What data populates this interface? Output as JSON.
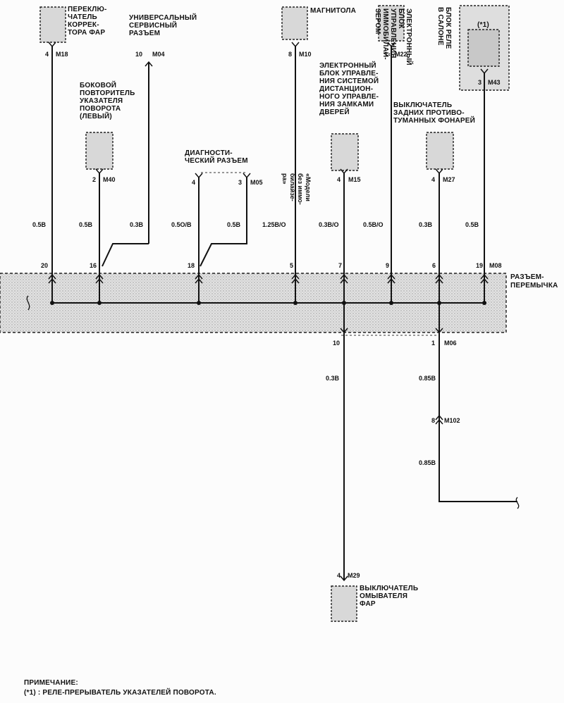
{
  "components": {
    "headlamp_switch": "ПЕРЕКЛЮ-\nЧАТЕЛЬ\nКОРРЕК-\nТОРА ФАР",
    "universal_connector": "УНИВЕРСАЛЬНЫЙ\nСЕРВИСНЫЙ\nРАЗЪЕМ",
    "radio": "МАГНИТОЛА",
    "immobilizer": "ЭЛЕКТРОННЫЙ\nБЛОК\nУПРАВЛЕНИЯ\nИММОБИЛАЙ-\nЗЕРОМ",
    "relay_box": "БЛОК РЕЛЕ\nВ САЛОНЕ",
    "relay_note": "(*1)",
    "side_repeater": "БОКОВОЙ\nПОВТОРИТЕЛЬ\nУКАЗАТЕЛЯ\nПОВОРОТА\n(ЛЕВЫЙ)",
    "diag_connector": "ДИАГНОСТИ-\nЧЕСКИЙ РАЗЪЕМ",
    "door_lock_unit": "ЭЛЕКТРОННЫЙ\nБЛОК УПРАВЛЕ-\nНИЯ СИСТЕМОЙ\nДИСТАНЦИОН-\nНОГО УПРАВЛЕ-\nНИЯ ЗАМКАМИ\nДВЕРЕЙ",
    "door_lock_note": "«Модели\nбез иммо-\nбилайзе-\nра»",
    "rear_fog_switch": "ВЫКЛЮЧАТЕЛЬ\nЗАДНИХ ПРОТИВО-\nТУМАННЫХ ФОНАРЕЙ",
    "jumper": "РАЗЪЕМ-\nПЕРЕМЫЧКА",
    "washer_switch": "ВЫКЛЮЧАТЕЛЬ\nОМЫВАТЕЛЯ\nФАР"
  },
  "connectors": {
    "m18": "M18",
    "m04": "M04",
    "m10": "M10",
    "m22": "M22",
    "m43": "M43",
    "m40": "M40",
    "m05": "M05",
    "m15": "M15",
    "m27": "M27",
    "m08": "M08",
    "m06": "M06",
    "m102": "M102",
    "m29": "M29"
  },
  "pins": {
    "m18": "4",
    "m04": "10",
    "m10": "8",
    "m22": "1",
    "m43": "3",
    "m40": "2",
    "m05a": "4",
    "m05b": "3",
    "m15": "4",
    "m27": "4",
    "j20": "20",
    "j16": "16",
    "j18": "18",
    "j5": "5",
    "j7": "7",
    "j9": "9",
    "j6": "6",
    "j19": "19",
    "j10": "10",
    "j1": "1",
    "m102": "8",
    "m29": "4"
  },
  "wires": {
    "w1": "0.5B",
    "w2": "0.5B",
    "w3": "0.3B",
    "w4": "0.5O/B",
    "w5": "0.5B",
    "w6": "1.25B/O",
    "w7": "0.3B/O",
    "w8": "0.5B/O",
    "w9": "0.3B",
    "w10": "0.5B",
    "w11": "0.3B",
    "w12": "0.85B",
    "w13": "0.85B"
  },
  "notes": {
    "title": "ПРИМЕЧАНИЕ:",
    "line1": "(*1) : РЕЛЕ-ПРЕРЫВАТЕЛЬ УКАЗАТЕЛЕЙ ПОВОРОТА."
  }
}
